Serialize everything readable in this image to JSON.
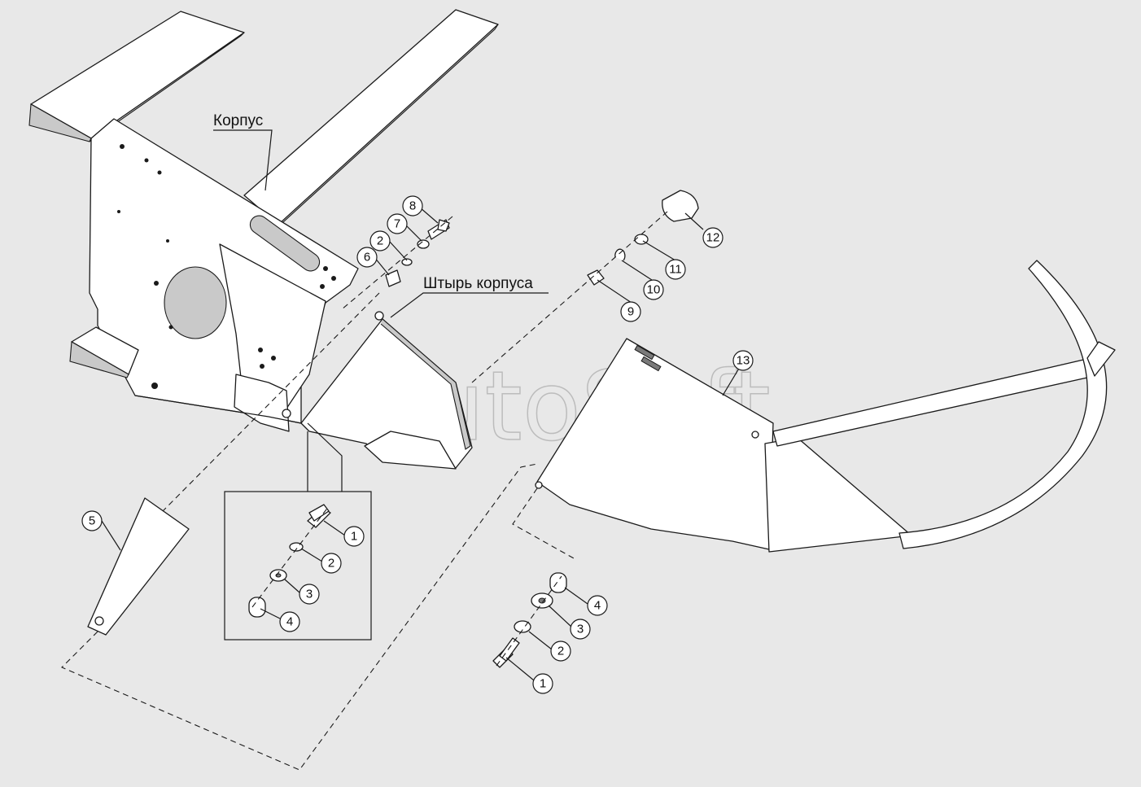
{
  "labels": {
    "housing": "Корпус",
    "housing_pin": "Штырь корпуса"
  },
  "watermark": "AutoSoft",
  "callouts": {
    "c1a": "1",
    "c2a": "2",
    "c3a": "3",
    "c4a": "4",
    "c1b": "1",
    "c2b": "2",
    "c3b": "3",
    "c4b": "4",
    "c5": "5",
    "c6": "6",
    "c2c": "2",
    "c7": "7",
    "c8": "8",
    "c9": "9",
    "c10": "10",
    "c11": "11",
    "c12": "12",
    "c13": "13"
  }
}
